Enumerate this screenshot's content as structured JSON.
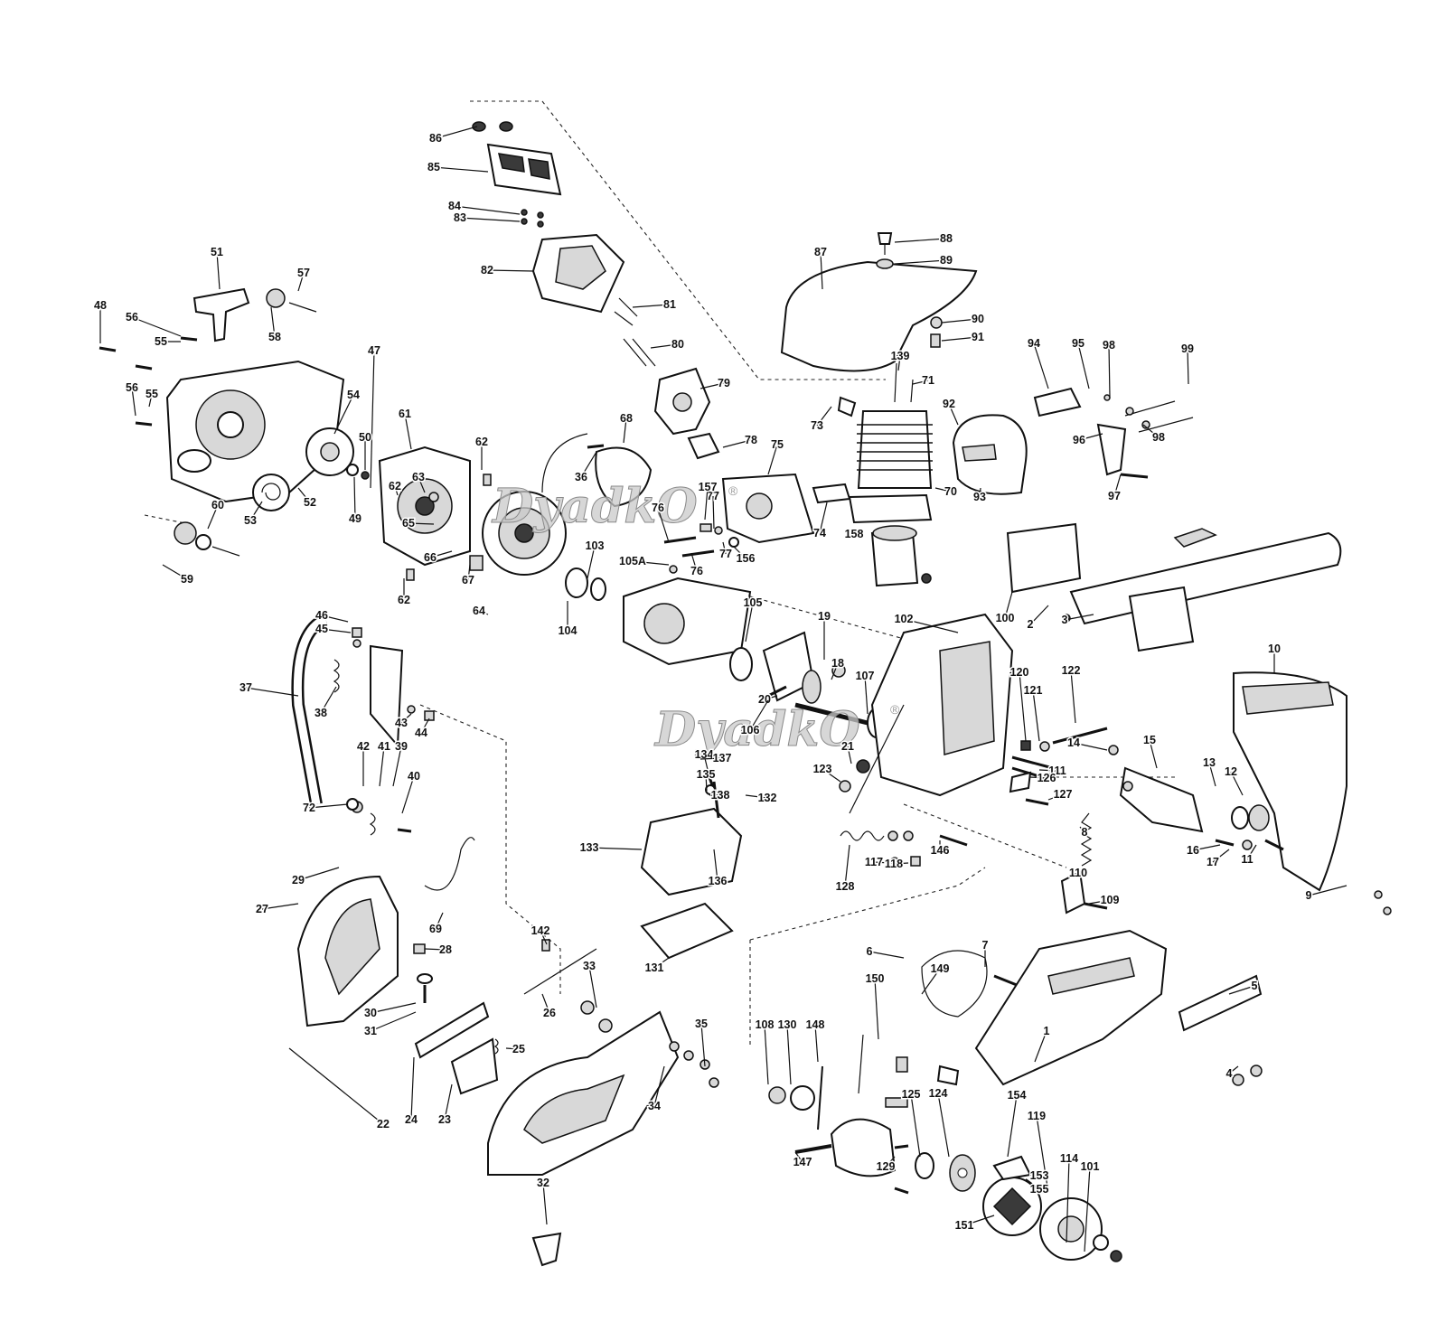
{
  "watermark": {
    "text": "DyadkO",
    "mark": "®"
  },
  "diagram_type": "exploded parts diagram",
  "labels": [
    "1",
    "2",
    "3",
    "4",
    "5",
    "6",
    "7",
    "8",
    "9",
    "10",
    "11",
    "12",
    "13",
    "14",
    "15",
    "16",
    "17",
    "18",
    "19",
    "20",
    "21",
    "22",
    "23",
    "24",
    "25",
    "26",
    "27",
    "28",
    "29",
    "30",
    "31",
    "32",
    "33",
    "34",
    "35",
    "36",
    "37",
    "38",
    "39",
    "40",
    "41",
    "42",
    "43",
    "44",
    "45",
    "46",
    "47",
    "48",
    "49",
    "50",
    "51",
    "52",
    "53",
    "54",
    "55",
    "55",
    "56",
    "56",
    "57",
    "58",
    "59",
    "60",
    "61",
    "62",
    "62",
    "62",
    "63",
    "64",
    "65",
    "66",
    "67",
    "68",
    "69",
    "70",
    "71",
    "72",
    "73",
    "74",
    "75",
    "76",
    "76",
    "77",
    "77",
    "78",
    "79",
    "80",
    "81",
    "82",
    "83",
    "84",
    "85",
    "86",
    "87",
    "88",
    "89",
    "90",
    "91",
    "92",
    "93",
    "94",
    "95",
    "96",
    "97",
    "98",
    "98",
    "99",
    "100",
    "101",
    "102",
    "103",
    "104",
    "105",
    "105A",
    "106",
    "107",
    "108",
    "109",
    "110",
    "111",
    "114",
    "117",
    "118",
    "119",
    "120",
    "121",
    "122",
    "123",
    "124",
    "125",
    "126",
    "127",
    "128",
    "129",
    "130",
    "131",
    "132",
    "133",
    "134",
    "135",
    "136",
    "137",
    "138",
    "139",
    "142",
    "146",
    "147",
    "148",
    "149",
    "150",
    "151",
    "153",
    "154",
    "155",
    "156",
    "157",
    "158",
    "*"
  ]
}
